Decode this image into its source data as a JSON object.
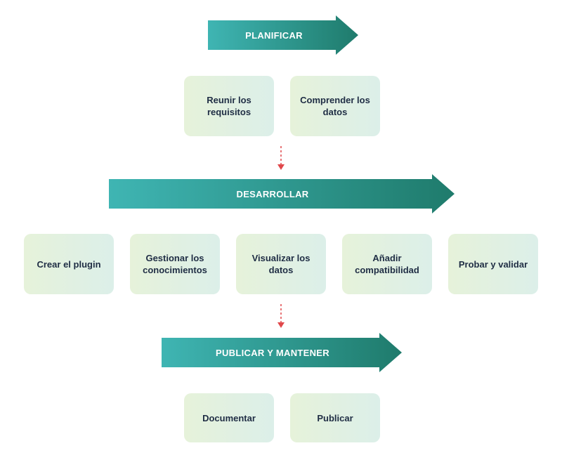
{
  "colors": {
    "arrow_start": "#3fb5b3",
    "arrow_end": "#1f7b6c",
    "box_start": "#e6f2da",
    "box_end": "#dcefe9",
    "box_text": "#1f2d44",
    "connector": "#e0484b"
  },
  "phases": [
    {
      "label": "PLANIFICAR",
      "steps": [
        "Reunir los requisitos",
        "Comprender los datos"
      ]
    },
    {
      "label": "DESARROLLAR",
      "steps": [
        "Crear el plugin",
        "Gestionar los conocimientos",
        "Visualizar los datos",
        "Añadir compatibilidad",
        "Probar y validar"
      ]
    },
    {
      "label": "PUBLICAR Y MANTENER",
      "steps": [
        "Documentar",
        "Publicar"
      ]
    }
  ]
}
